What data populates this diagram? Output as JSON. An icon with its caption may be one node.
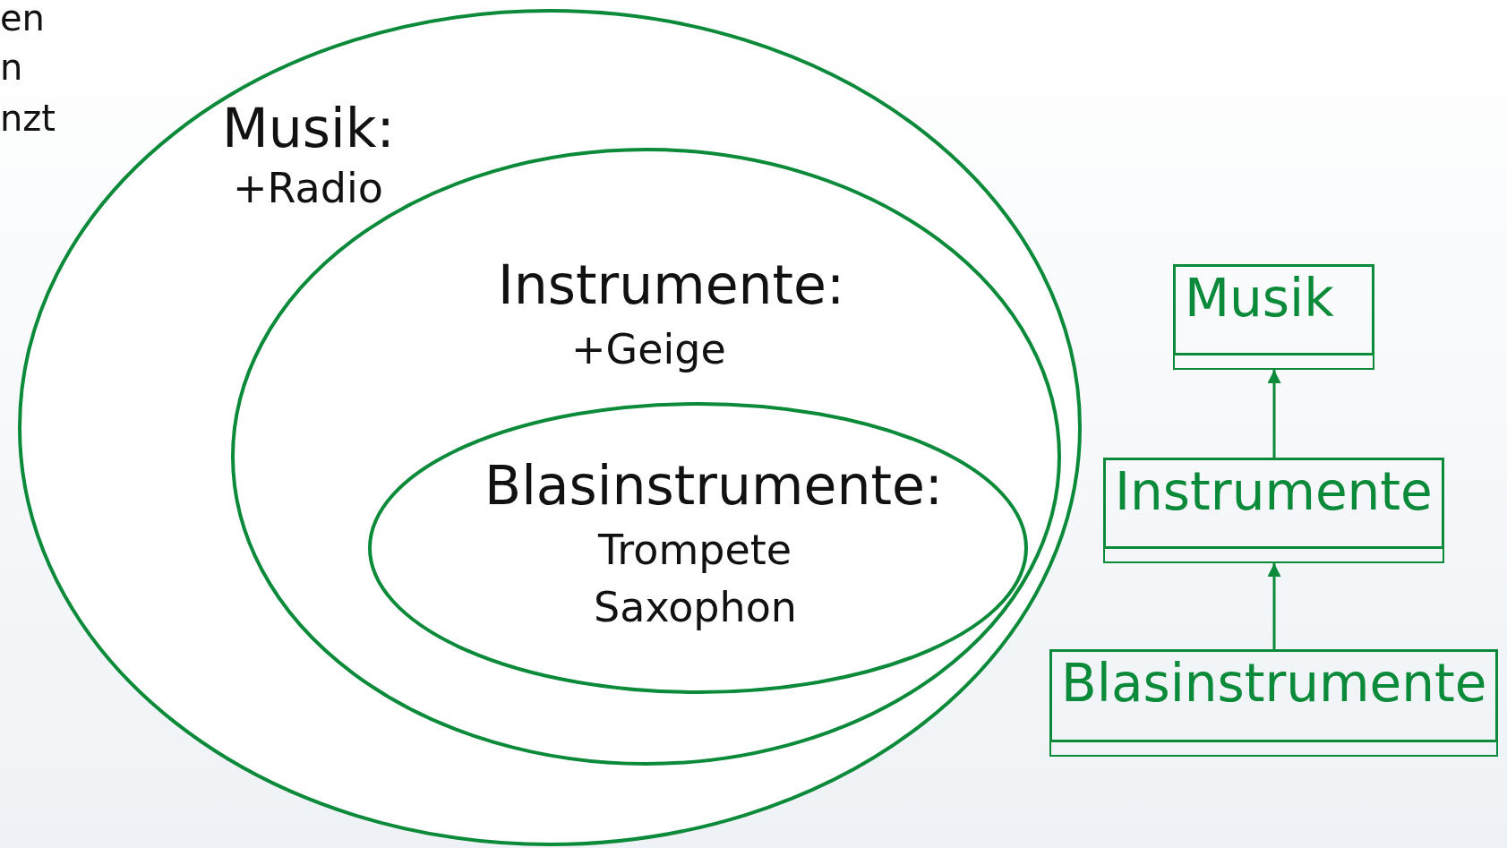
{
  "diagram": {
    "nodes": [
      {
        "text": [
          "Musik:",
          "+Radio"
        ]
      },
      {
        "text": [
          "Instrumente:",
          "+Geige"
        ],
        "in": 0
      },
      {
        "text": [
          "Blasinstrumente:",
          "Trompete",
          "Saxophon"
        ],
        "in": 1
      },
      {
        "text": [
          "Musik"
        ]
      },
      {
        "text": [
          "Instrumente"
        ]
      },
      {
        "text": [
          "Blasinstrumente"
        ]
      }
    ],
    "edges": [
      {
        "from": 4,
        "to": 3,
        "arrow": "to"
      },
      {
        "from": 5,
        "to": 4,
        "arrow": "to"
      }
    ],
    "labels": [
      "en",
      "n",
      "nzt"
    ]
  }
}
